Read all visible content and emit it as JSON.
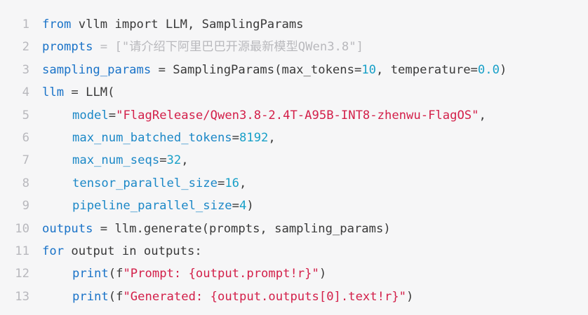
{
  "code": {
    "line_numbers": [
      "1",
      "2",
      "3",
      "4",
      "5",
      "6",
      "7",
      "8",
      "9",
      "10",
      "11",
      "12",
      "13"
    ],
    "l1": {
      "from": "from",
      "rest": " vllm import LLM, SamplingParams"
    },
    "l2": {
      "var": "prompts",
      "eq": " = ",
      "value": "[\"请介绍下阿里巴巴开源最新模型QWen3.8\"]"
    },
    "l3": {
      "var": "sampling_params",
      "mid1": " = SamplingParams(max_tokens=",
      "n1": "10",
      "mid2": ", temperature=",
      "n2": "0.0",
      "end": ")"
    },
    "l4": {
      "var": "llm",
      "rest": " = LLM("
    },
    "l5": {
      "attr": "model",
      "eq": "=",
      "str": "\"FlagRelease/Qwen3.8-2.4T-A95B-INT8-zhenwu-FlagOS\"",
      "end": ","
    },
    "l6": {
      "attr": "max_num_batched_tokens",
      "eq": "=",
      "num": "8192",
      "end": ","
    },
    "l7": {
      "attr": "max_num_seqs",
      "eq": "=",
      "num": "32",
      "end": ","
    },
    "l8": {
      "attr": "tensor_parallel_size",
      "eq": "=",
      "num": "16",
      "end": ","
    },
    "l9": {
      "attr": "pipeline_parallel_size",
      "eq": "=",
      "num": "4",
      "end": ")"
    },
    "l10": {
      "var": "outputs",
      "rest": " = llm.generate(prompts, sampling_params)"
    },
    "l11": {
      "kw1": "for",
      "rest1": " output ",
      "kw2": "in",
      "rest2": " outputs:"
    },
    "l12": {
      "fn": "print",
      "open": "(f",
      "str": "\"Prompt: {output.prompt!r}\"",
      "close": ")"
    },
    "l13": {
      "fn": "print",
      "open": "(f",
      "str": "\"Generated: {output.outputs[0].text!r}\"",
      "close": ")"
    }
  },
  "colors": {
    "background": "#f6f6f7",
    "keyword": "#1a73c8",
    "number": "#18a0c8",
    "string": "#d3204a",
    "line_number": "#b8b8bd"
  }
}
